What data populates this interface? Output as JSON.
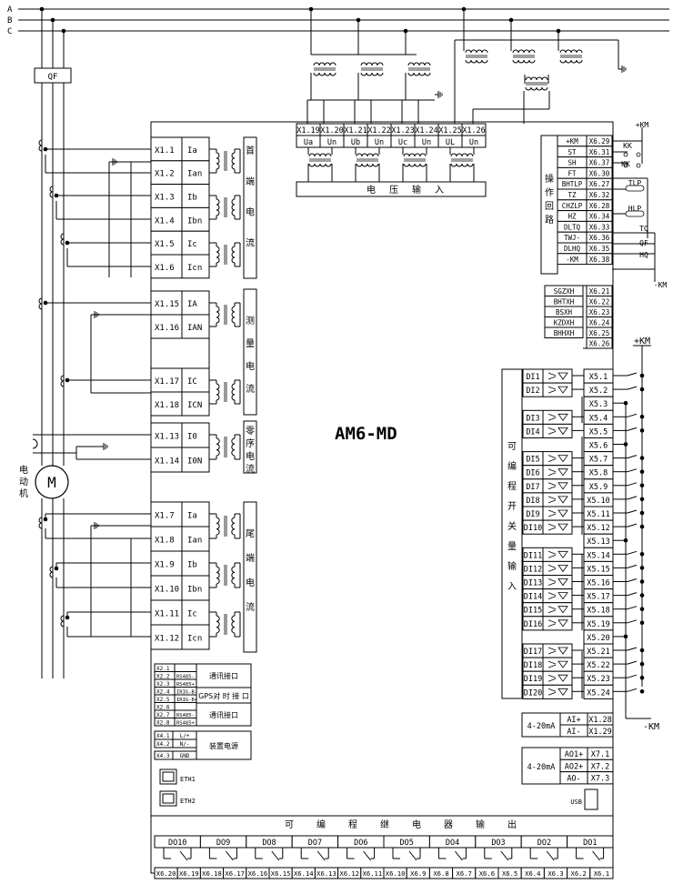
{
  "bus": [
    "A",
    "B",
    "C"
  ],
  "breaker_label": "QF",
  "motor_label": "M",
  "motor_caption": [
    "电",
    "动",
    "机"
  ],
  "device_name": "AM6-MD",
  "head_current": {
    "caption": [
      "首",
      "端",
      "电",
      "流"
    ],
    "rows": [
      [
        "X1.1",
        "Ia"
      ],
      [
        "X1.2",
        "Ian"
      ],
      [
        "X1.3",
        "Ib"
      ],
      [
        "X1.4",
        "Ibn"
      ],
      [
        "X1.5",
        "Ic"
      ],
      [
        "X1.6",
        "Icn"
      ]
    ]
  },
  "meas_current": {
    "caption": [
      "测",
      "量",
      "电",
      "流"
    ],
    "rows": [
      [
        "X1.15",
        "IA"
      ],
      [
        "X1.16",
        "IAN"
      ],
      [
        "X1.17",
        "IC"
      ],
      [
        "X1.18",
        "ICN"
      ]
    ]
  },
  "zero_current": {
    "caption": [
      "零",
      "序",
      "电",
      "流"
    ],
    "rows": [
      [
        "X1.13",
        "I0"
      ],
      [
        "X1.14",
        "I0N"
      ]
    ]
  },
  "tail_current": {
    "caption": [
      "尾",
      "端",
      "电",
      "流"
    ],
    "rows": [
      [
        "X1.7",
        "Ia"
      ],
      [
        "X1.8",
        "Ian"
      ],
      [
        "X1.9",
        "Ib"
      ],
      [
        "X1.10",
        "Ibn"
      ],
      [
        "X1.11",
        "Ic"
      ],
      [
        "X1.12",
        "Icn"
      ]
    ]
  },
  "voltage": {
    "terminals": [
      "X1.19",
      "X1.20",
      "X1.21",
      "X1.22",
      "X1.23",
      "X1.24",
      "X1.25",
      "X1.26"
    ],
    "names": [
      "Ua",
      "Un",
      "Ub",
      "Un",
      "Uc",
      "Un",
      "UL",
      "Un"
    ],
    "caption": [
      "电",
      "压",
      "输",
      "入"
    ]
  },
  "operation": {
    "caption": [
      "操",
      "作",
      "回",
      "路"
    ],
    "rows": [
      [
        "+KM",
        "X6.29"
      ],
      [
        "ST",
        "X6.31"
      ],
      [
        "SH",
        "X6.37"
      ],
      [
        "FT",
        "X6.30"
      ],
      [
        "BHTLP",
        "X6.27"
      ],
      [
        "TZ",
        "X6.32"
      ],
      [
        "CHZLP",
        "X6.28"
      ],
      [
        "HZ",
        "X6.34"
      ],
      [
        "DLTQ",
        "X6.33"
      ],
      [
        "TWJ-",
        "X6.36"
      ],
      [
        "DLHQ",
        "X6.35"
      ],
      [
        "-KM",
        "X6.38"
      ]
    ],
    "ext_labels": {
      "kmp": "+KM",
      "kk1": "KK",
      "kk2": "KK",
      "tlp": "TLP",
      "hlp": "HLP",
      "tq": "TQ",
      "qf": "QF",
      "hq": "HQ",
      "kmn": "-KM"
    }
  },
  "signal": {
    "rows": [
      [
        "SGZXH",
        "X6.21"
      ],
      [
        "BHTXH",
        "X6.22"
      ],
      [
        "BSXH",
        "X6.23"
      ],
      [
        "KZDXH",
        "X6.24"
      ],
      [
        "BHHXH",
        "X6.25"
      ],
      [
        "",
        "X6.26"
      ]
    ]
  },
  "di": {
    "caption": [
      "可",
      "编",
      "程",
      "开",
      "关",
      "量",
      "输",
      "入"
    ],
    "kmp": "+KM",
    "kmn": "-KM",
    "terminals": [
      "X5.1",
      "X5.2",
      "X5.3",
      "X5.4",
      "X5.5",
      "X5.6",
      "X5.7",
      "X5.8",
      "X5.9",
      "X5.10",
      "X5.11",
      "X5.12",
      "X5.13",
      "X5.14",
      "X5.15",
      "X5.16",
      "X5.17",
      "X5.18",
      "X5.19",
      "X5.20",
      "X5.21",
      "X5.22",
      "X5.23",
      "X5.24"
    ],
    "inputs": [
      [
        "DI1",
        0
      ],
      [
        "DI2",
        1
      ],
      [
        "DI3",
        3
      ],
      [
        "DI4",
        4
      ],
      [
        "DI5",
        6
      ],
      [
        "DI6",
        7
      ],
      [
        "DI7",
        8
      ],
      [
        "DI8",
        9
      ],
      [
        "DI9",
        10
      ],
      [
        "DI10",
        11
      ],
      [
        "DI11",
        13
      ],
      [
        "DI12",
        14
      ],
      [
        "DI13",
        15
      ],
      [
        "DI14",
        16
      ],
      [
        "DI15",
        17
      ],
      [
        "DI16",
        18
      ],
      [
        "DI17",
        20
      ],
      [
        "DI18",
        21
      ],
      [
        "DI19",
        22
      ],
      [
        "DI20",
        23
      ]
    ]
  },
  "analog_in": {
    "label": "4-20mA",
    "rows": [
      [
        "AI+",
        "X1.28"
      ],
      [
        "AI-",
        "X1.29"
      ]
    ]
  },
  "analog_out": {
    "label": "4-20mA",
    "rows": [
      [
        "AO1+",
        "X7.1"
      ],
      [
        "AO2+",
        "X7.2"
      ],
      [
        "AO-",
        "X7.3"
      ]
    ]
  },
  "comm": {
    "rows": [
      [
        "X2.1",
        ""
      ],
      [
        "X2.2",
        "RS485-"
      ],
      [
        "X2.3",
        "RS485+"
      ],
      [
        "X2.4",
        "IRIG-B-"
      ],
      [
        "X2.5",
        "IRIG-B+"
      ],
      [
        "X2.6",
        ""
      ],
      [
        "X2.7",
        "RS485-"
      ],
      [
        "X2.8",
        "RS485+"
      ]
    ],
    "groups": [
      "通讯接口",
      "GPS对 时 接 口",
      "通讯接口"
    ]
  },
  "power": {
    "rows": [
      [
        "X4.1",
        "L/+"
      ],
      [
        "X4.2",
        "N/-"
      ],
      [
        "X4.3",
        "GND"
      ]
    ],
    "label": "装置电源"
  },
  "eth": [
    "ETH1",
    "ETH2"
  ],
  "usb": "USB",
  "relay_out": {
    "caption": [
      "可",
      "编",
      "程",
      "继",
      "电",
      "器",
      "输",
      "出"
    ],
    "names": [
      "DO10",
      "DO9",
      "DO8",
      "DO7",
      "DO6",
      "DO5",
      "DO4",
      "DO3",
      "DO2",
      "DO1"
    ],
    "terminals": [
      "X6.20",
      "X6.19",
      "X6.18",
      "X6.17",
      "X6.16",
      "X6.15",
      "X6.14",
      "X6.13",
      "X6.12",
      "X6.11",
      "X6.10",
      "X6.9",
      "X6.8",
      "X6.7",
      "X6.6",
      "X6.5",
      "X6.4",
      "X6.3",
      "X6.2",
      "X6.1"
    ]
  }
}
